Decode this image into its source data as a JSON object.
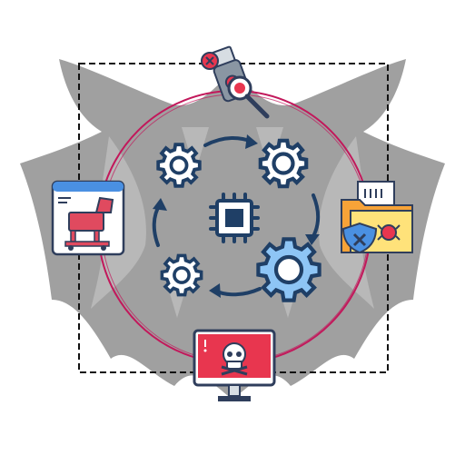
{
  "diagram": {
    "colors": {
      "background": "#ffffff",
      "monster_silhouette": "#a0a0a0",
      "ring": "#c2185b",
      "dashed_frame": "#111111",
      "gear_fill": "#8ec5f5",
      "gear_stroke": "#1f3f66",
      "chip": "#1f3f66",
      "arrow": "#1f3f66",
      "alert_red": "#e8364f",
      "folder_yellow": "#ffe27a",
      "folder_orange": "#f7a338",
      "shield_blue": "#4a90e2",
      "window_frame": "#2f3e5c",
      "trojan_red": "#e04a5f",
      "usb_grey": "#8a96a3"
    },
    "nodes": [
      {
        "id": "usb-drive",
        "icon": "infected-usb-drive-icon"
      },
      {
        "id": "trojan-window",
        "icon": "trojan-horse-window-icon"
      },
      {
        "id": "infected-files",
        "icon": "infected-folder-shield-icon"
      },
      {
        "id": "compromised-monitor",
        "icon": "skull-monitor-icon"
      }
    ],
    "center": {
      "icon": "processor-chip-icon",
      "cycle_gears": [
        "gear-top-left-icon",
        "gear-top-right-icon",
        "gear-bottom-right-icon",
        "gear-bottom-left-icon"
      ]
    }
  }
}
